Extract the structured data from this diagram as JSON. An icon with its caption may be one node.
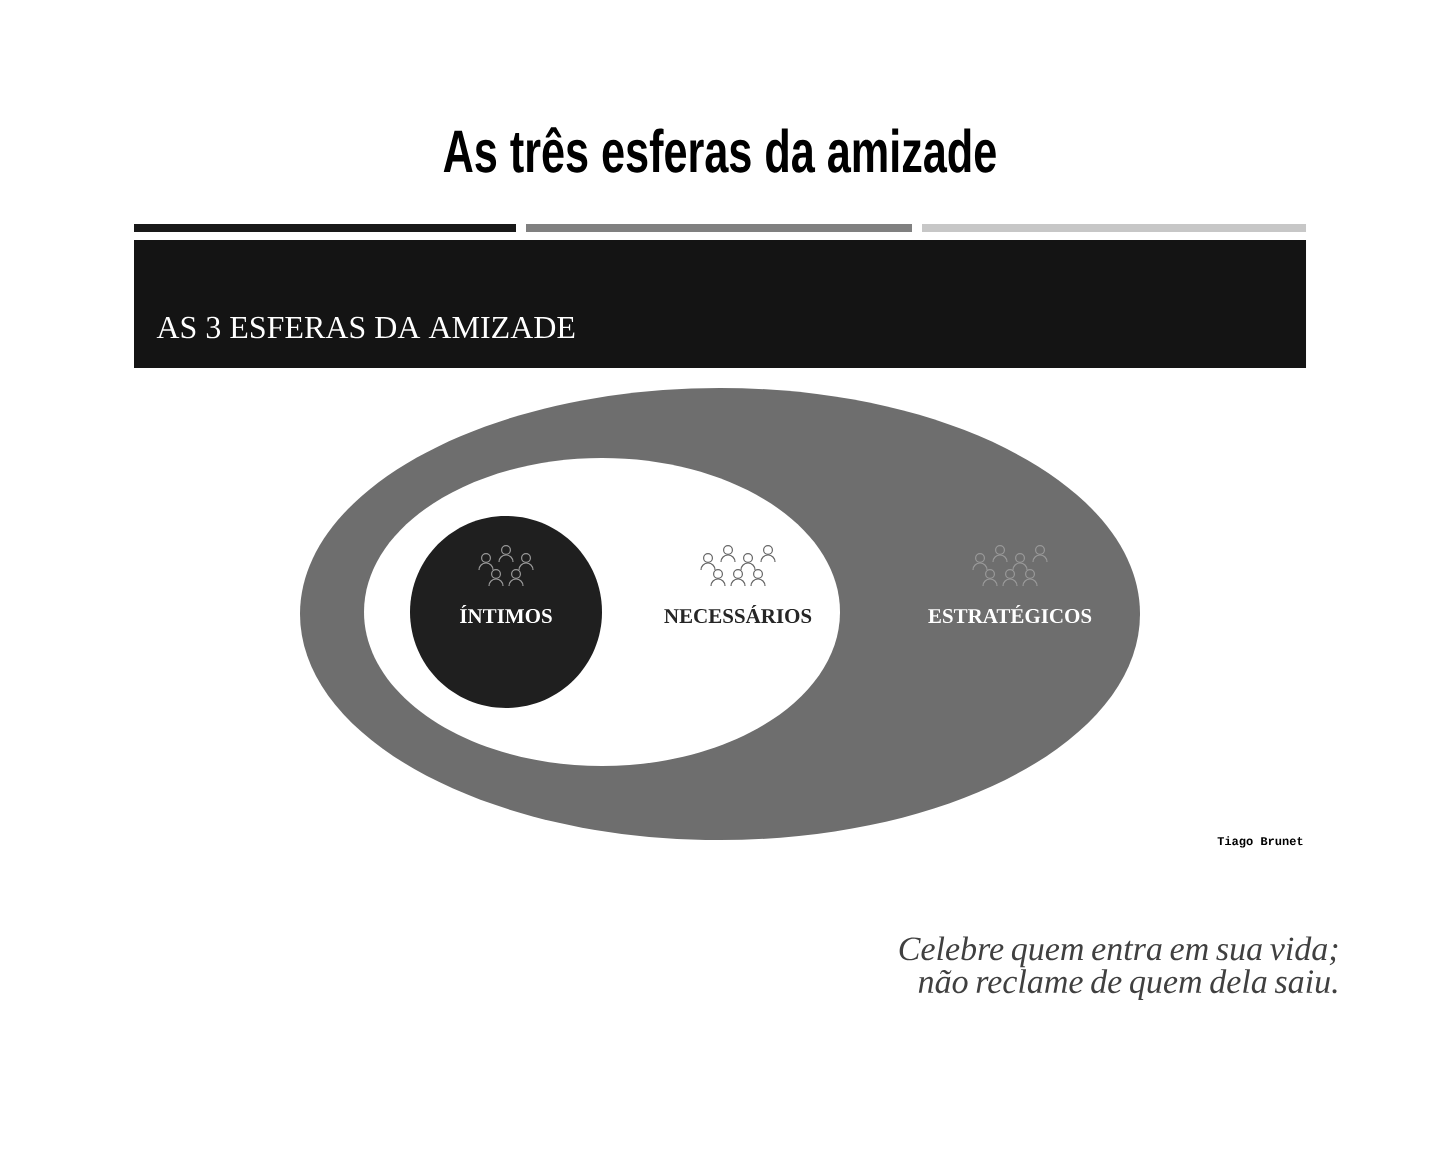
{
  "diagram": {
    "title": "As três esferas da amizade",
    "nodes": [
      {
        "text": [
          "AS 3 ESFERAS DA AMIZADE"
        ]
      },
      {
        "text": [
          "ESTRATÉGICOS"
        ]
      },
      {
        "text": [
          "NECESSÁRIOS"
        ],
        "in": 1
      },
      {
        "text": [
          "ÍNTIMOS"
        ],
        "in": 2
      }
    ],
    "labels": [
      "Tiago Brunet"
    ],
    "caption": "Celebre quem entra em sua vida; não reclame de quem dela saiu."
  }
}
